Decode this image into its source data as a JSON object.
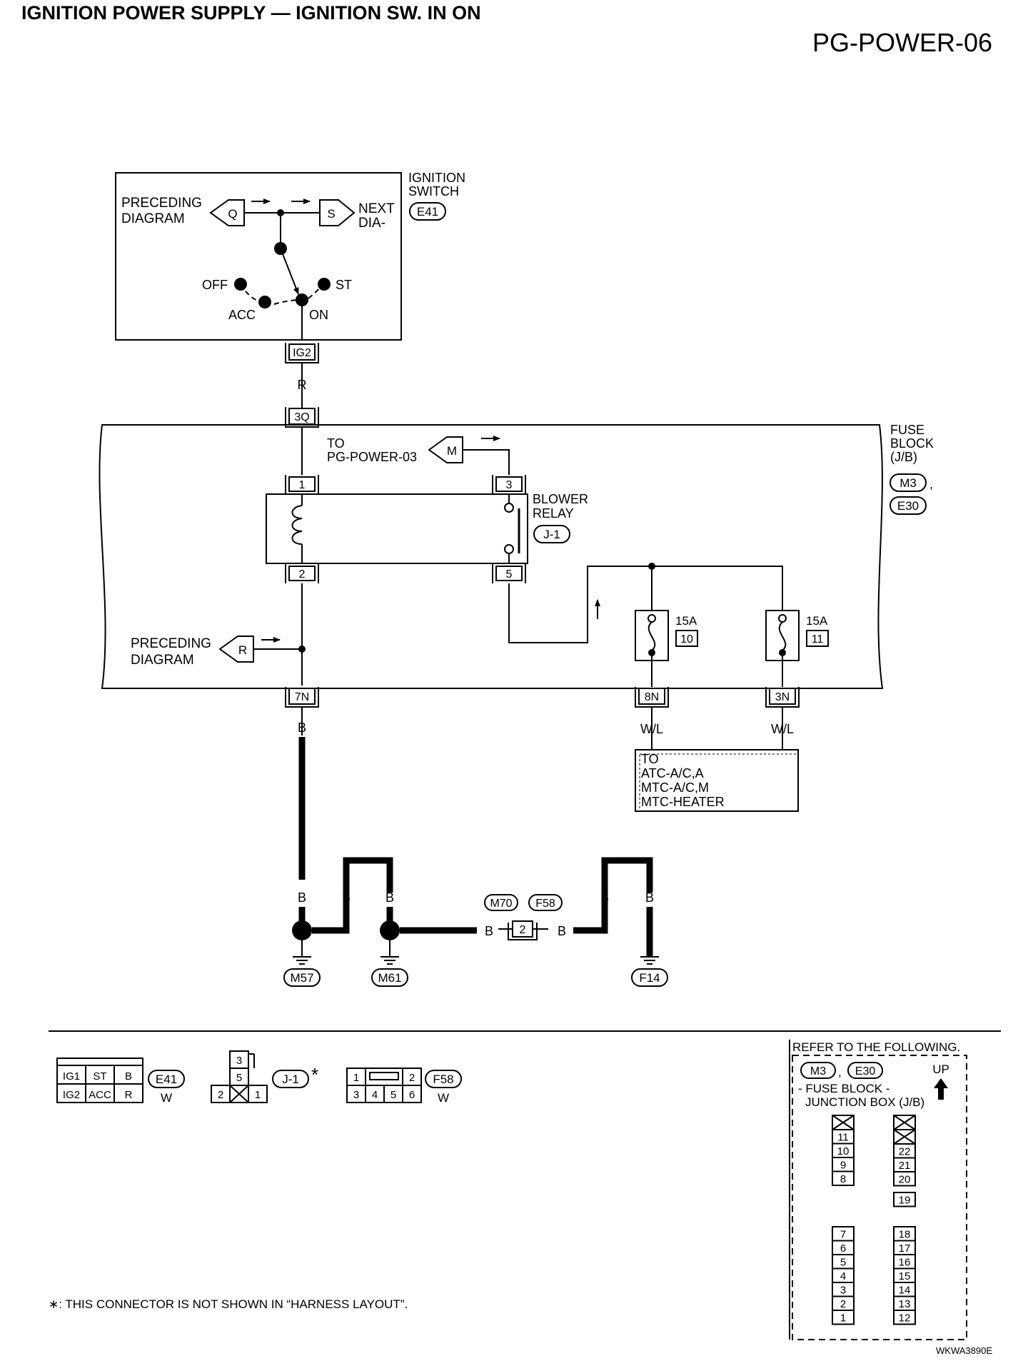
{
  "header": {
    "title": "IGNITION POWER SUPPLY — IGNITION SW. IN ON",
    "code": "PG-POWER-06"
  },
  "ignition_switch": {
    "label_1": "IGNITION",
    "label_2": "SWITCH",
    "connector": "E41",
    "preceding_1": "PRECEDING",
    "preceding_2": "DIAGRAM",
    "next_1": "NEXT",
    "next_2": "DIA-",
    "flag_left": "Q",
    "flag_right": "S",
    "off": "OFF",
    "acc": "ACC",
    "on": "ON",
    "st": "ST",
    "terminal": "IG2"
  },
  "wires": {
    "r": "R",
    "b": "B",
    "wl": "W/L"
  },
  "fuse_block": {
    "label_1": "FUSE",
    "label_2": "BLOCK",
    "label_3": "(J/B)",
    "conn_1": "M3",
    "comma": ",",
    "conn_2": "E30",
    "term_3q": "3Q",
    "term_7n": "7N",
    "term_8n": "8N",
    "term_3n": "3N",
    "to_1": "TO",
    "to_2": "PG-POWER-03",
    "flag_m": "M",
    "preceding_1": "PRECEDING",
    "preceding_2": "DIAGRAM",
    "flag_r": "R"
  },
  "relay": {
    "label_1": "BLOWER",
    "label_2": "RELAY",
    "connector": "J-1",
    "pin_1": "1",
    "pin_2": "2",
    "pin_3": "3",
    "pin_5": "5"
  },
  "fuses": [
    {
      "amp": "15A",
      "num": "10"
    },
    {
      "amp": "15A",
      "num": "11"
    }
  ],
  "to_box": {
    "line_1": "TO",
    "line_2": "ATC-A/C,A",
    "line_3": "MTC-A/C,M",
    "line_4": "MTC-HEATER"
  },
  "grounds": {
    "m57": "M57",
    "m61": "M61",
    "f14": "F14",
    "m70": "M70",
    "f58": "F58",
    "pin_2": "2"
  },
  "connectors_legend": {
    "e41": {
      "top": [
        "IG1",
        "ST",
        "B"
      ],
      "bottom": [
        "IG2",
        "ACC",
        "R"
      ],
      "name": "E41",
      "color": "W"
    },
    "j1": {
      "cells": [
        "3",
        "5",
        "2",
        "1"
      ],
      "name": "J-1",
      "star": "*"
    },
    "f58": {
      "top": [
        "1",
        "2"
      ],
      "bottom": [
        "3",
        "4",
        "5",
        "6"
      ],
      "name": "F58",
      "color": "W"
    }
  },
  "refer": {
    "title": "REFER TO THE FOLLOWING.",
    "conn_1": "M3",
    "comma": ",",
    "conn_2": "E30",
    "up": "UP",
    "desc_1": "- FUSE BLOCK -",
    "desc_2": "JUNCTION BOX (J/B)",
    "col_left_top": [
      "11",
      "10",
      "9",
      "8"
    ],
    "col_left_bottom": [
      "7",
      "6",
      "5",
      "4",
      "3",
      "2",
      "1"
    ],
    "col_right_top": [
      "22",
      "21",
      "20"
    ],
    "col_right_mid": [
      "19"
    ],
    "col_right_bottom": [
      "18",
      "17",
      "16",
      "15",
      "14",
      "13",
      "12"
    ]
  },
  "footnote": "∗: THIS CONNECTOR IS NOT SHOWN IN “HARNESS LAYOUT”.",
  "figure_code": "WKWA3890E"
}
